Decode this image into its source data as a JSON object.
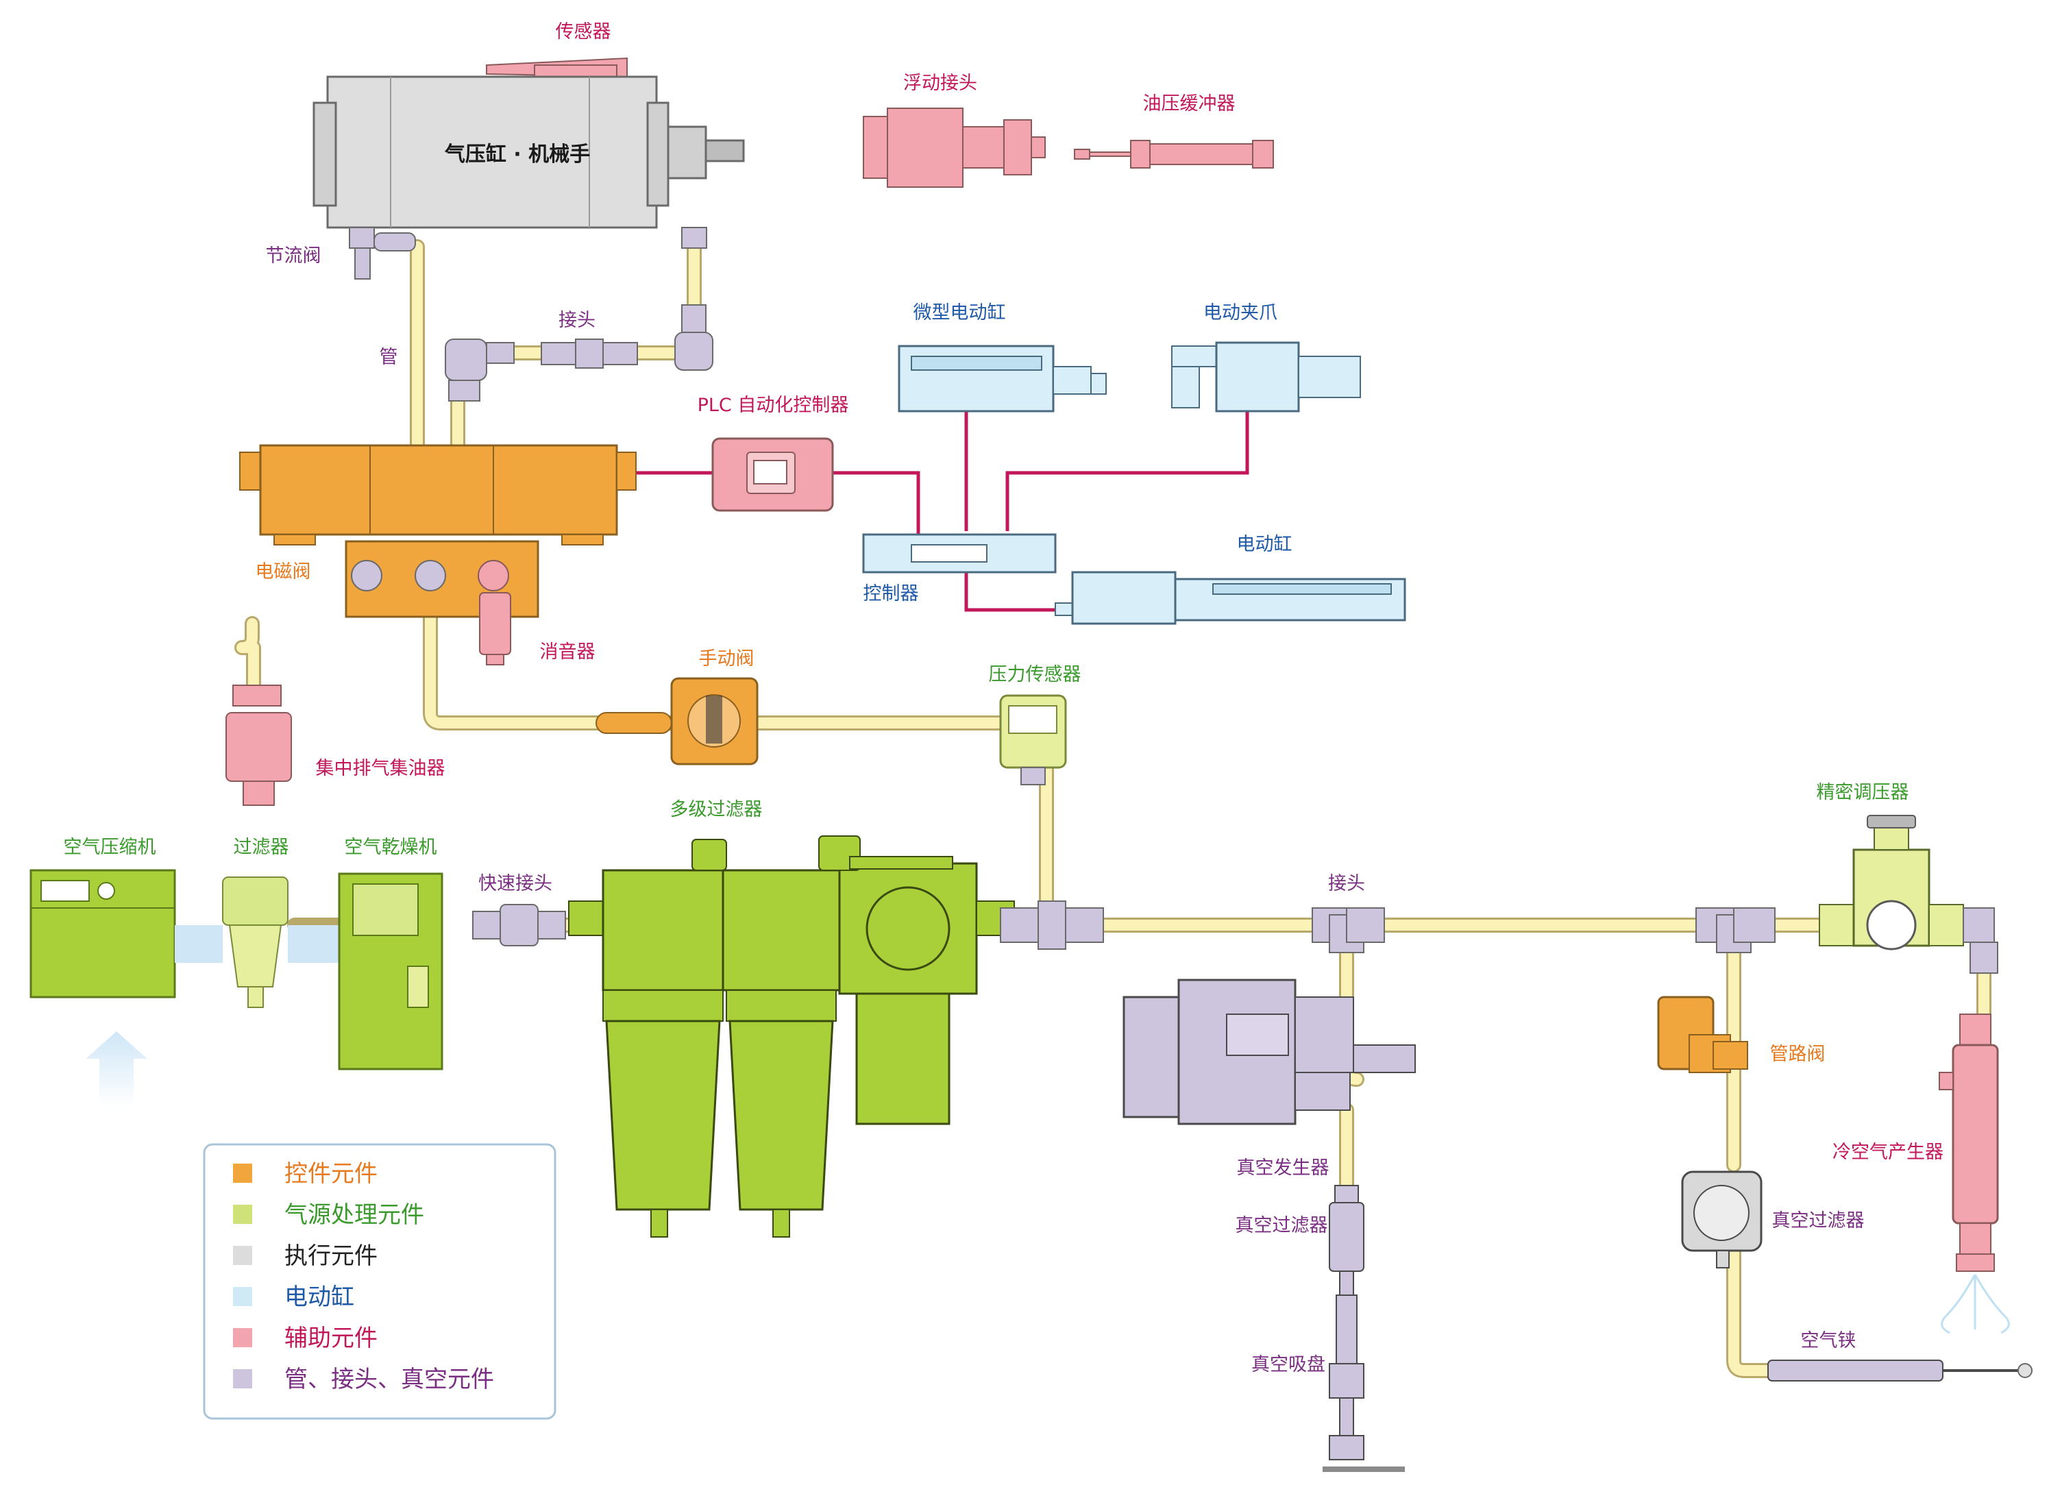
{
  "colors": {
    "control": "#f0a63c",
    "air_treatment": "#a9cf39",
    "actuator": "#d7d7d7",
    "electric": "#cfeaf5",
    "auxiliary": "#f2a5ae",
    "fitting": "#cdc4dd",
    "tube": "#fbf0b0",
    "wire": "#c2185b",
    "text_magenta": "#c2185b",
    "text_purple": "#7b2f83",
    "text_green": "#3a9a2c",
    "text_orange": "#e87a1e",
    "text_blue": "#1e5aa8"
  },
  "labels": {
    "sensor": "传感器",
    "cylinder": "气压缸 · 机械手",
    "floating_joint": "浮动接头",
    "shock_absorber": "油压缓冲器",
    "throttle_valve": "节流阀",
    "fitting_top": "接头",
    "tube": "管",
    "plc": "PLC 自动化控制器",
    "micro_cylinder": "微型电动缸",
    "electric_gripper": "电动夹爪",
    "solenoid_valve": "电磁阀",
    "silencer": "消音器",
    "controller": "控制器",
    "electric_cylinder": "电动缸",
    "manual_valve": "手动阀",
    "pressure_sensor": "压力传感器",
    "exhaust_collector": "集中排气集油器",
    "compressor": "空气压缩机",
    "filter": "过滤器",
    "dryer": "空气乾燥机",
    "quick_coupler": "快速接头",
    "multi_filter": "多级过滤器",
    "fitting_mid": "接头",
    "precision_regulator": "精密调压器",
    "pipe_valve": "管路阀",
    "cold_air_generator": "冷空气产生器",
    "vacuum_generator": "真空发生器",
    "vacuum_filter_left": "真空过滤器",
    "vacuum_filter_right": "真空过滤器",
    "vacuum_pad": "真空吸盘",
    "air_gun": "空气铗"
  },
  "legend": [
    {
      "label": "控件元件",
      "color": "#f0a63c",
      "text_color": "#e87a1e"
    },
    {
      "label": "气源处理元件",
      "color": "#cfe27a",
      "text_color": "#3a9a2c"
    },
    {
      "label": "执行元件",
      "color": "#dcdcdc",
      "text_color": "#222222"
    },
    {
      "label": "电动缸",
      "color": "#cfeaf5",
      "text_color": "#1e5aa8"
    },
    {
      "label": "辅助元件",
      "color": "#f2a5ae",
      "text_color": "#c2185b"
    },
    {
      "label": "管、接头、真空元件",
      "color": "#cdc4dd",
      "text_color": "#7b2f83"
    }
  ]
}
